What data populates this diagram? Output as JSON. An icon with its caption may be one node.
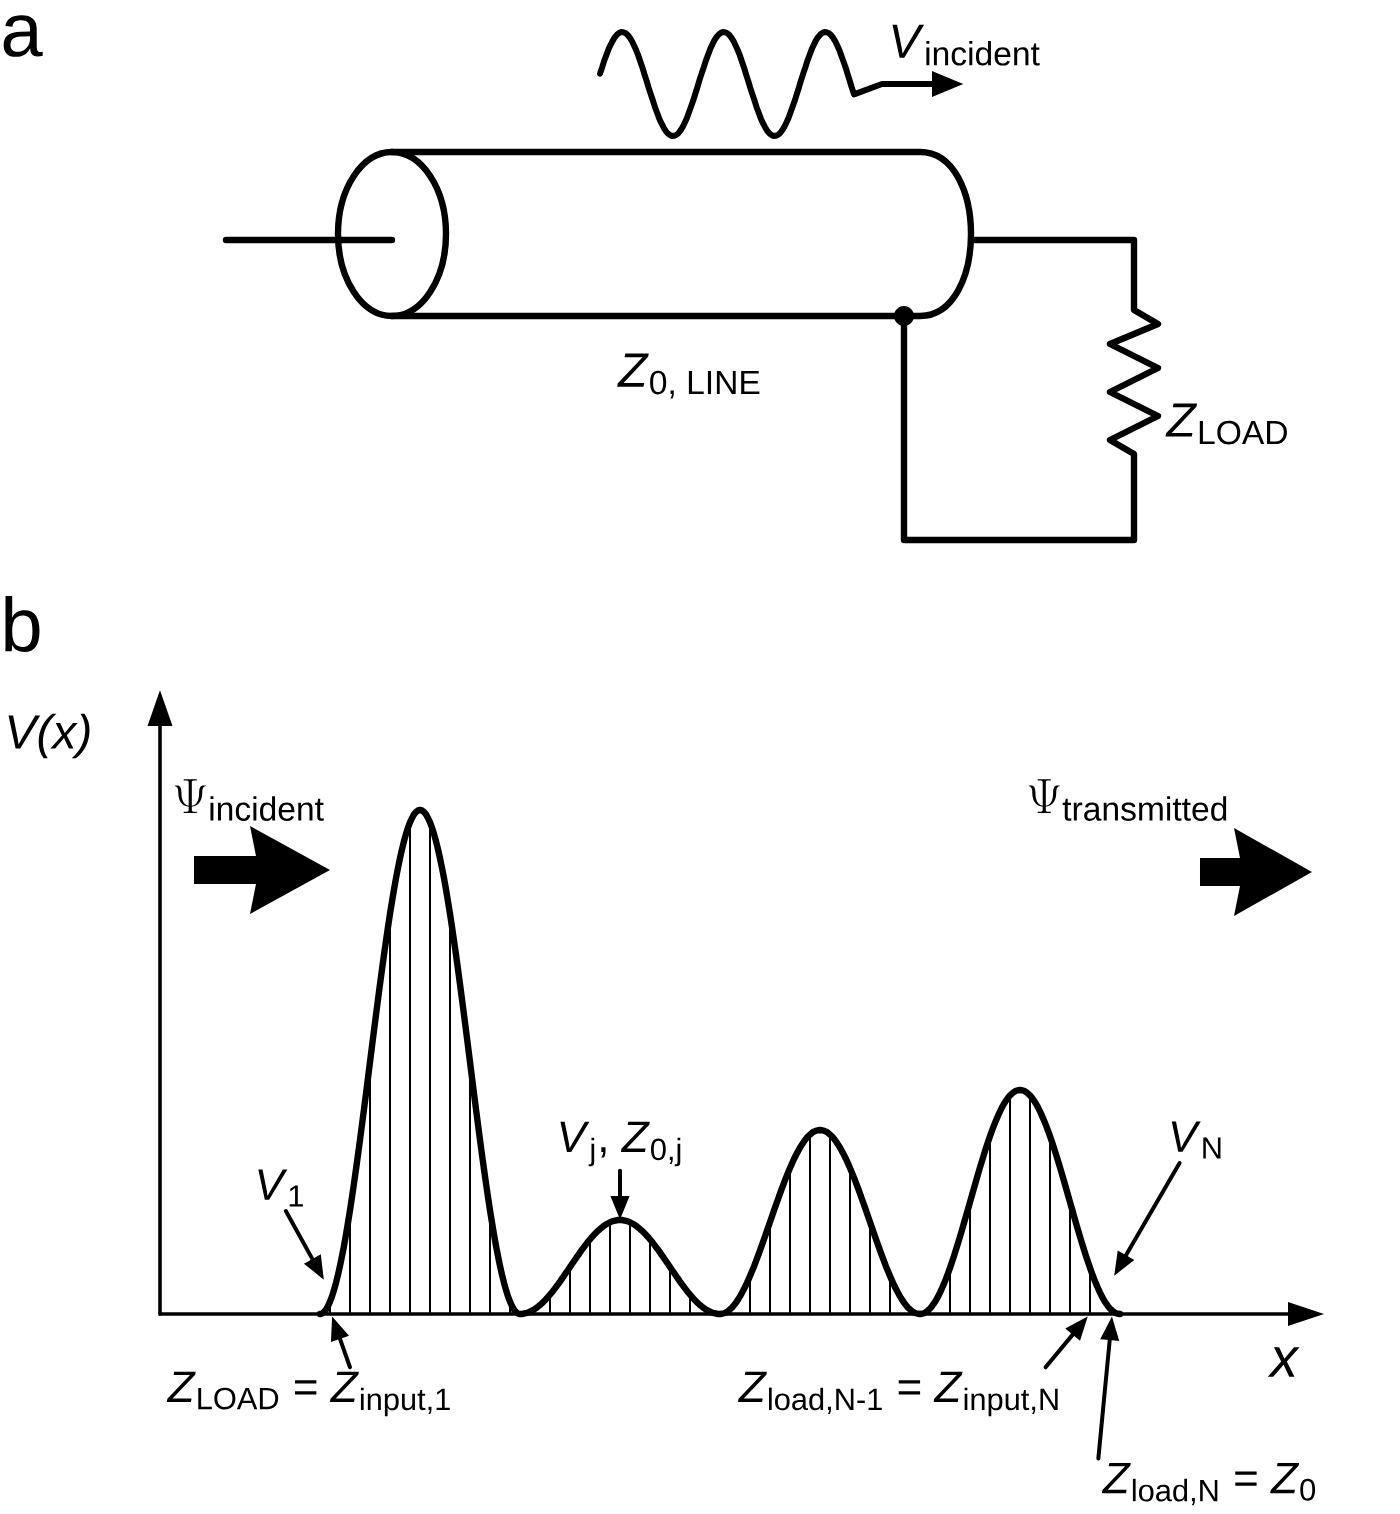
{
  "diagram": {
    "nodes": [
      {
        "text": [
          "*V*$_{1}$"
        ]
      },
      {
        "text": [
          "*V*$_{j}$, *Z*$_{0,j}$"
        ]
      },
      {
        "text": [
          "*V*$_{N}$"
        ]
      },
      {
        "text": [
          "*Z*$_{LOAD}$ = *Z*$_{input,1}$"
        ]
      },
      {
        "text": [
          "*Z*$_{load,N-1}$ = *Z*$_{input,N}$"
        ]
      },
      {
        "text": [
          "*Z*$_{load,N}$ = *Z*$_{0}$"
        ]
      },
      {
        "text": [],
        "shape": "axis"
      }
    ],
    "edges": [
      {
        "from": 0,
        "to": null,
        "arrow": "to"
      },
      {
        "from": 1,
        "to": null,
        "arrow": "to"
      },
      {
        "from": 2,
        "to": null,
        "arrow": "to"
      },
      {
        "from": 3,
        "to": 6,
        "arrow": "to"
      },
      {
        "from": 4,
        "to": 6,
        "arrow": "to"
      },
      {
        "from": 5,
        "to": 6,
        "arrow": "to"
      }
    ],
    "labels": [
      "a",
      "*V*$_{incident}$",
      "*Z*$_{0, LINE}$",
      "*Z*$_{LOAD}$",
      "b",
      "V(x)",
      "\\Psi_{\\mathrm{incident}}",
      "\\Psi_{\\mathrm{transmitted}}",
      "x"
    ]
  }
}
